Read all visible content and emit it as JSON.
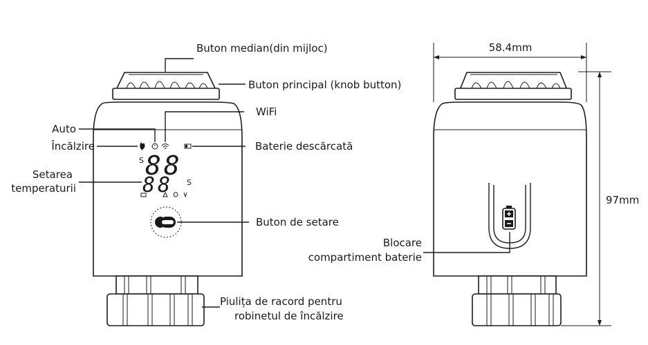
{
  "labels": {
    "middle_button": "Buton median(din mijloc)",
    "main_button": "Buton principal (knob button)",
    "wifi": "WiFi",
    "auto": "Auto",
    "heating": "Încălzire",
    "battery_low": "Baterie descărcată",
    "temp_setting_line1": "Setarea",
    "temp_setting_line2": "temperaturii",
    "setting_button": "Buton de setare",
    "nut_line1": "Piulița de racord pentru",
    "nut_line2": "robinetul de încălzire",
    "battery_lock_line1": "Blocare",
    "battery_lock_line2": "compartiment baterie"
  },
  "dimensions": {
    "width": "58.4mm",
    "height": "97mm"
  },
  "display": {
    "digits_top": "88",
    "digits_bottom": "88",
    "small_s": "S"
  },
  "icons": {
    "flame": "flame-icon",
    "clock": "clock-icon",
    "wifi": "wifi-icon",
    "battery": "battery-icon",
    "settings_button": "settings-button-icon",
    "battery_compartment": "battery-compartment-icon"
  },
  "colors": {
    "line": "#1a1a1a",
    "background": "#ffffff"
  }
}
